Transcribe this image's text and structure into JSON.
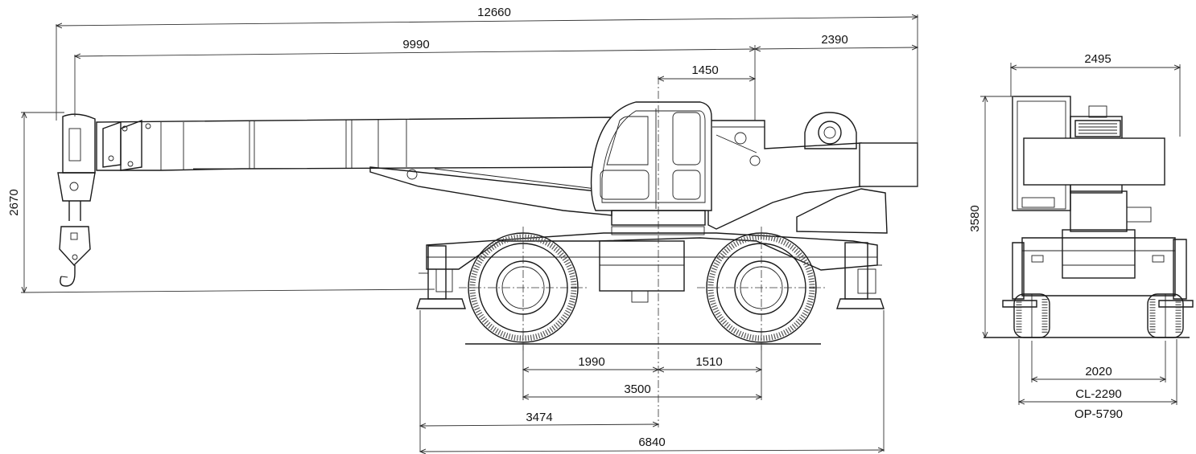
{
  "dimensions": {
    "overall_length": "12660",
    "boom_length": "9990",
    "rear_overhang": "2390",
    "cab_offset": "1450",
    "boom_height": "2670",
    "front_axle_to_center": "1990",
    "rear_axle_to_center": "1510",
    "wheelbase": "3500",
    "outrigger_to_center": "3474",
    "outrigger_span_length": "6840",
    "overall_width": "2495",
    "overall_height": "3580",
    "track_width": "2020",
    "outrigger_closed": "CL-2290",
    "outrigger_open": "OP-5790"
  }
}
